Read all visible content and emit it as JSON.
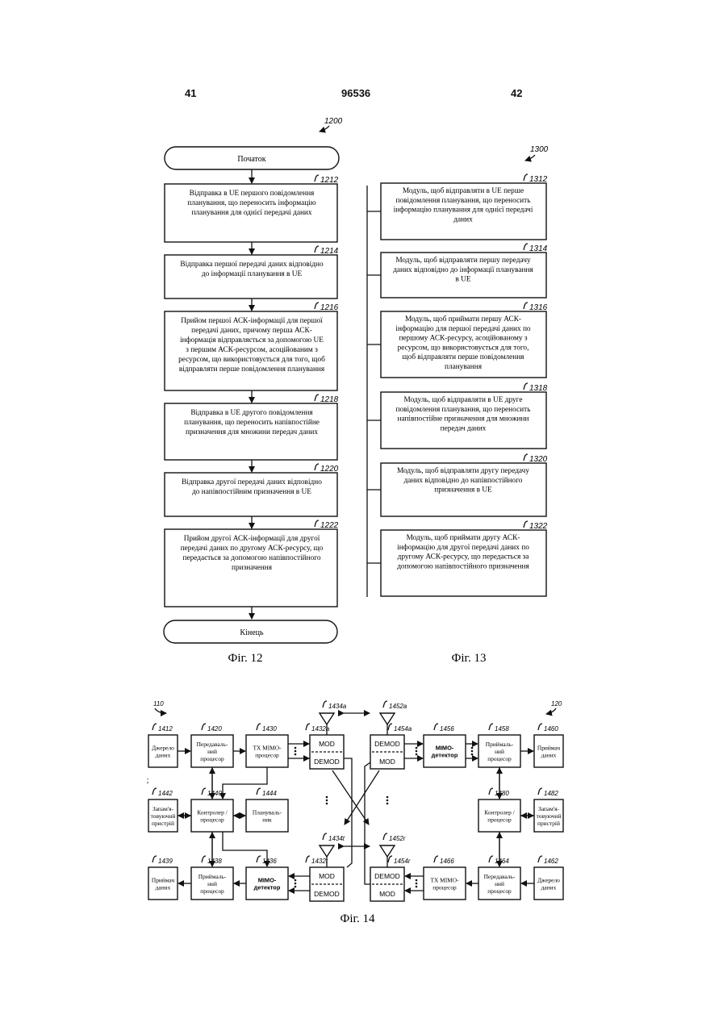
{
  "header": {
    "left_page": "41",
    "patent_number": "96536",
    "right_page": "42"
  },
  "fig12": {
    "ref": "1200",
    "start": "Початок",
    "end": "Кінець",
    "caption": "Фіг. 12",
    "steps": [
      {
        "ref": "1212",
        "lines": [
          "Відправка в UE першого повідомлення",
          "планування, що переносить інформацію",
          "планування для однієї передачі даних"
        ]
      },
      {
        "ref": "1214",
        "lines": [
          "Відправка першої передачі даних відповідно",
          "до інформації планування в UE"
        ]
      },
      {
        "ref": "1216",
        "lines": [
          "Прийом першої АСК-інформації для першої",
          "передачі даних, причому перша АСК-",
          "інформація відправляється за допомогою UE",
          "з першим АСК-ресурсом, асоційованим з",
          "ресурсом, що використовується для того, щоб",
          "відправляти перше повідомлення планування"
        ]
      },
      {
        "ref": "1218",
        "lines": [
          "Відправка в UE другого повідомлення",
          "планування, що переносить напівпостійне",
          "призначення для множини передач даних"
        ]
      },
      {
        "ref": "1220",
        "lines": [
          "Відправка другої передачі даних відповідно",
          "до напівпостійним призначення в UE"
        ]
      },
      {
        "ref": "1222",
        "lines": [
          "Прийом другої АСК-інформації для другої",
          "передачі даних по другому АСК-ресурсу, що",
          "передається за допомогою напівпостійного",
          "призначення"
        ]
      }
    ]
  },
  "fig13": {
    "ref": "1300",
    "caption": "Фіг. 13",
    "modules": [
      {
        "ref": "1312",
        "lines": [
          "Модуль, щоб відправляти в UE перше",
          "повідомлення планування, що переносить",
          "інформацію планування для однієї передачі",
          "даних"
        ]
      },
      {
        "ref": "1314",
        "lines": [
          "Модуль, щоб відправляти першу передачу",
          "даних відповідно до інформації планування",
          "в UE"
        ]
      },
      {
        "ref": "1316",
        "lines": [
          "Модуль, щоб приймати першу АСК-",
          "інформацію для першої передачі даних по",
          "першому АСК-ресурсу, асоційованому з",
          "ресурсом, що використовується для того,",
          "щоб відправляти перше повідомлення",
          "планування"
        ]
      },
      {
        "ref": "1318",
        "lines": [
          "Модуль, щоб відправляти в UE друге",
          "повідомлення планування, що переносить",
          "напівпостійне призначення для множини",
          "передач даних"
        ]
      },
      {
        "ref": "1320",
        "lines": [
          "Модуль, щоб відправляти другу передачу",
          "даних відповідно до напівпостійного",
          "призначення в UE"
        ]
      },
      {
        "ref": "1322",
        "lines": [
          "Модуль, щоб приймати другу АСК-",
          "інформацію для другої передачі даних по",
          "другому АСК-ресурсу, що передається за",
          "допомогою напівпостійного призначення"
        ]
      }
    ]
  },
  "fig14": {
    "caption": "Фіг. 14",
    "ref_left": "110",
    "ref_right": "120",
    "ref_antennas": [
      "1434a",
      "1452a",
      "1434t",
      "1452r"
    ],
    "ref_mods": [
      "1432a",
      "1454a",
      "1432t",
      "1454r"
    ],
    "mod_label": "MOD",
    "demod_label": "DEMOD",
    "blocks": {
      "b1412": {
        "ref": "1412",
        "lines": [
          "Джерело",
          "даних"
        ]
      },
      "b1420": {
        "ref": "1420",
        "lines": [
          "Передаваль-",
          "ний",
          "процесор"
        ]
      },
      "b1430": {
        "ref": "1430",
        "lines": [
          "TX MIMO-",
          "процесор"
        ]
      },
      "b1456": {
        "ref": "1456",
        "lines": [
          "MIMO-",
          "детектор"
        ]
      },
      "b1458": {
        "ref": "1458",
        "lines": [
          "Приймаль-",
          "ний",
          "процесор"
        ]
      },
      "b1460": {
        "ref": "1460",
        "lines": [
          "Приймач",
          "даних"
        ]
      },
      "b1442": {
        "ref": "1442",
        "lines": [
          "Запам'я-",
          "товуючий",
          "пристрій"
        ]
      },
      "b1440": {
        "ref": "1440",
        "lines": [
          "Контролер /",
          "процесор"
        ]
      },
      "b1444": {
        "ref": "1444",
        "lines": [
          "Плануваль-",
          "ник"
        ]
      },
      "b1480": {
        "ref": "1480",
        "lines": [
          "Контролер /",
          "процесор"
        ]
      },
      "b1482": {
        "ref": "1482",
        "lines": [
          "Запам'я-",
          "товуючий",
          "пристрій"
        ]
      },
      "b1439": {
        "ref": "1439",
        "lines": [
          "Приймач",
          "даних"
        ]
      },
      "b1438": {
        "ref": "1438",
        "lines": [
          "Приймаль-",
          "ний",
          "процесор"
        ]
      },
      "b1436": {
        "ref": "1436",
        "lines": [
          "MIMO-",
          "детектор"
        ]
      },
      "b1466": {
        "ref": "1466",
        "lines": [
          "TX MIMO-",
          "процесор"
        ]
      },
      "b1464": {
        "ref": "1464",
        "lines": [
          "Передаваль-",
          "ний",
          "процесор"
        ]
      },
      "b1462": {
        "ref": "1462",
        "lines": [
          "Джерело",
          "даних"
        ]
      }
    }
  }
}
